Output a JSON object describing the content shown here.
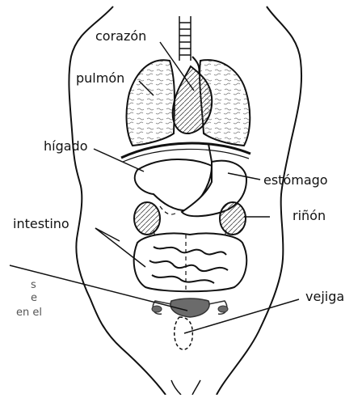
{
  "labels": {
    "heart": "corazón",
    "lung": "pulmón",
    "liver": "hígado",
    "stomach": "estómago",
    "intestine": "intestino",
    "kidney": "riñón",
    "bladder": "vejiga"
  },
  "cut_text": [
    "s",
    "e",
    "en el"
  ],
  "colors": {
    "line": "#111111",
    "uterus": "#555555",
    "uterus_fill": "#6b6b6b"
  }
}
